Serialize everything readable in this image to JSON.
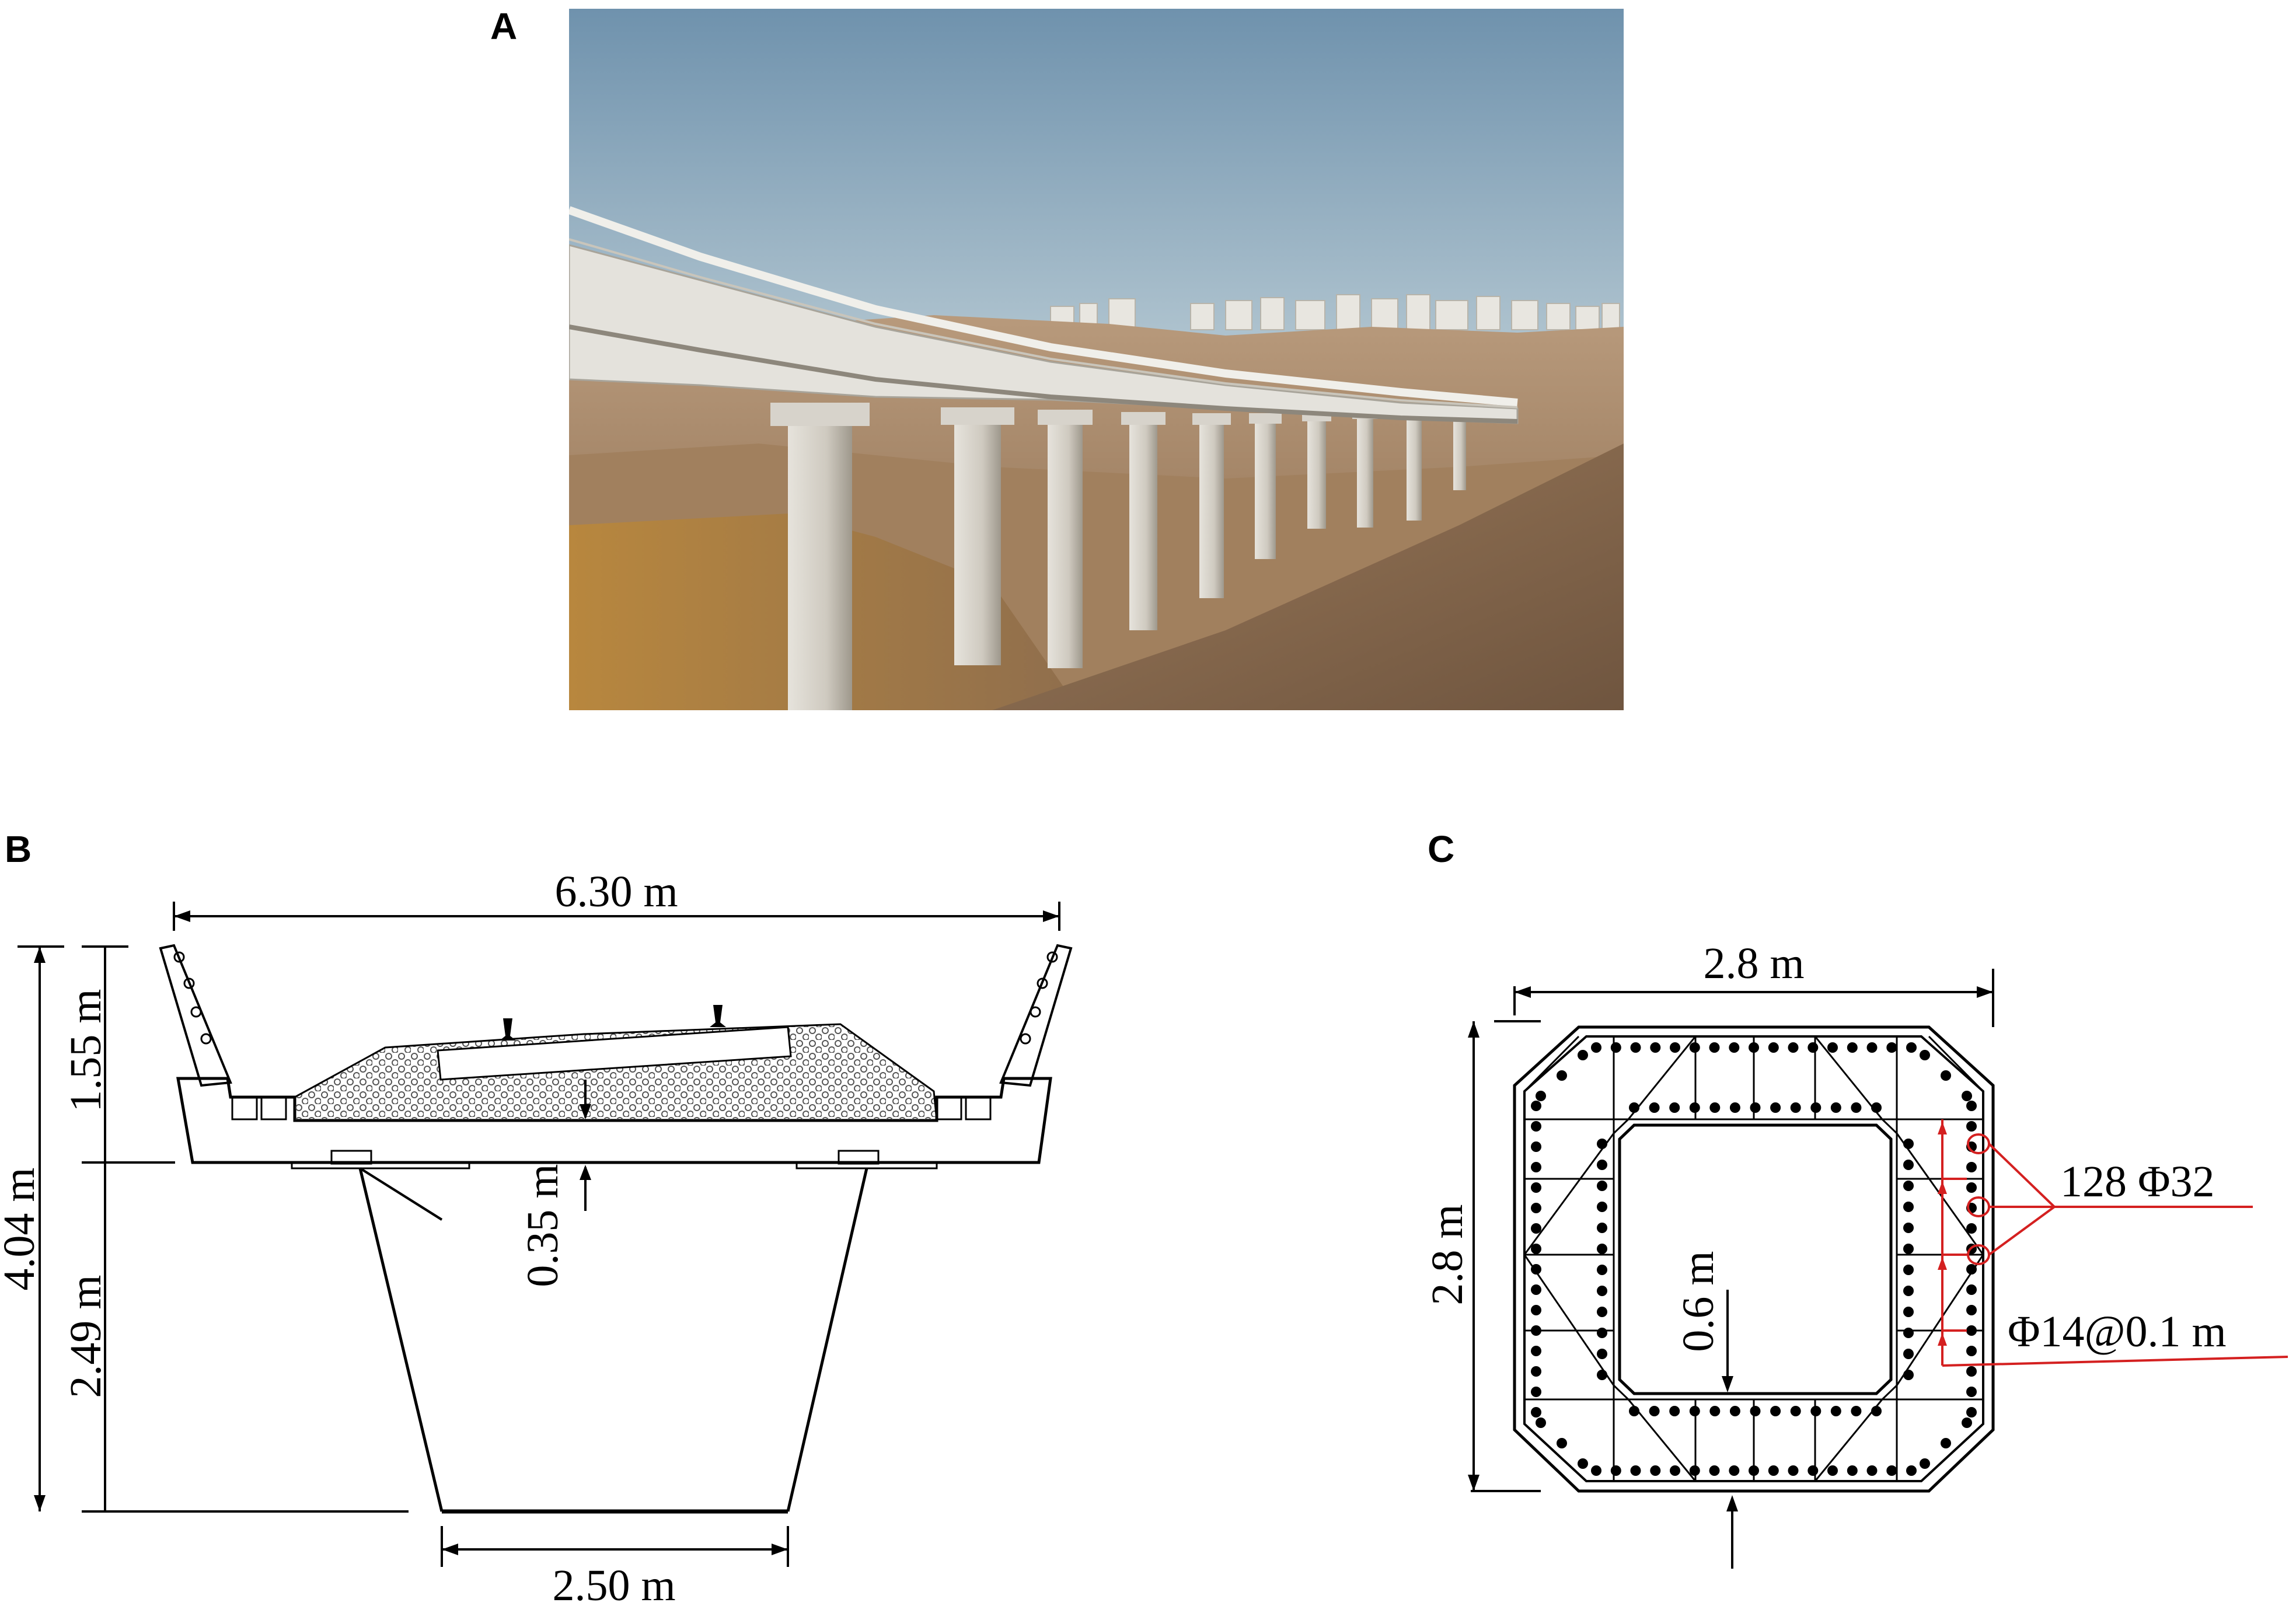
{
  "panels": {
    "a": {
      "letter": "A"
    },
    "b": {
      "letter": "B"
    },
    "c": {
      "letter": "C"
    }
  },
  "section_b": {
    "deck_width": "6.30 m",
    "total_height": "4.04 m",
    "upper_height": "1.55 m",
    "lower_height": "2.49 m",
    "slab_thickness": "0.35 m",
    "bottom_width": "2.50 m"
  },
  "section_c": {
    "width": "2.8 m",
    "height": "2.8 m",
    "wall_thickness": "0.6 m",
    "long_rebar": "128 Φ32",
    "stirrups": "Φ14@0.1 m"
  },
  "colors": {
    "annotation_red": "#d42020",
    "line": "#000000",
    "sky_top": "#6f92ad",
    "sky_bottom": "#d5dee2",
    "ground": "#a4805c"
  }
}
